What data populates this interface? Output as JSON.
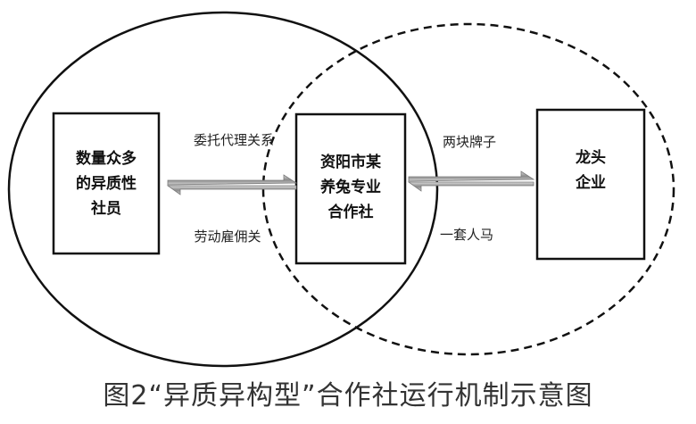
{
  "diagram": {
    "boxes": {
      "members": [
        "数量众多",
        "的异质性",
        "社员"
      ],
      "coop": [
        "资阳市某",
        "养兔专业",
        "合作社"
      ],
      "leader": [
        "龙头",
        "企业"
      ]
    },
    "relations": {
      "top_left": "委托代理关系",
      "bottom_left": "劳动雇佣关",
      "top_right": "两块牌子",
      "bottom_right": "一套人马"
    }
  },
  "caption": "图2“异质异构型”合作社运行机制示意图"
}
